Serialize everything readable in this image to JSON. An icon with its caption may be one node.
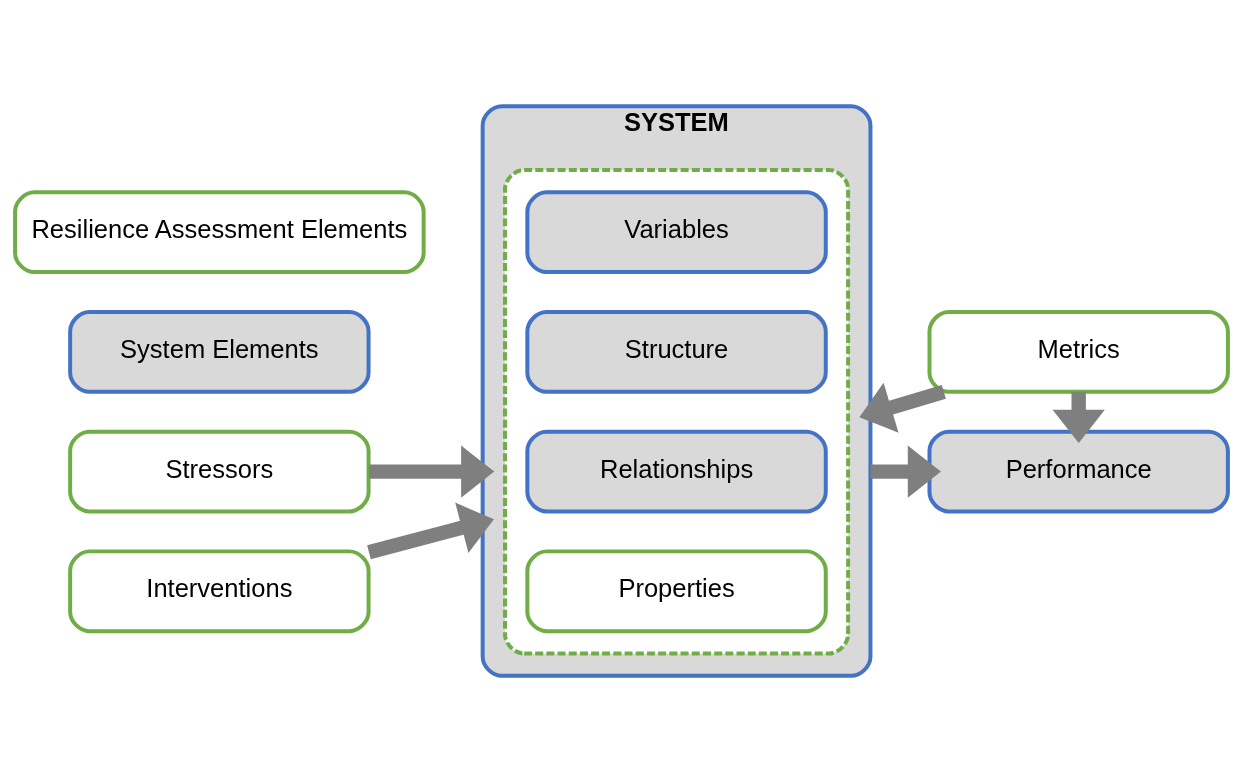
{
  "diagram": {
    "nodes": [
      {
        "text": [
          "Resilience Assessment Elements"
        ]
      },
      {
        "text": [
          "System Elements"
        ]
      },
      {
        "text": [
          "Stressors"
        ]
      },
      {
        "text": [
          "SYSTEM"
        ]
      },
      {
        "text": [],
        "shape": "box",
        "in": 3
      },
      {
        "text": [
          "Variables"
        ],
        "in": 4
      },
      {
        "text": [
          "Structure"
        ],
        "in": 4
      },
      {
        "text": [
          "Relationships"
        ],
        "in": 4
      },
      {
        "text": [
          "Properties"
        ],
        "in": 4
      },
      {
        "text": [
          "Performance"
        ]
      },
      {
        "text": [
          "Metrics"
        ]
      },
      {
        "text": [
          "Interventions"
        ]
      }
    ],
    "edges": [
      {
        "from": 2,
        "to": 3,
        "arrow": "to"
      },
      {
        "from": 3,
        "to": 9,
        "arrow": "to"
      },
      {
        "from": 10,
        "to": 9,
        "arrow": "to"
      },
      {
        "from": 10,
        "to": 3,
        "arrow": "to"
      },
      {
        "from": 11,
        "to": 3,
        "arrow": "to"
      }
    ]
  }
}
